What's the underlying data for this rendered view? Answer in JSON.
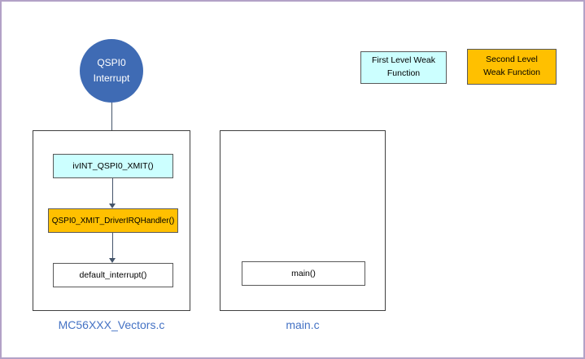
{
  "page": {
    "border_color": "#b3a2c7",
    "background": "#ffffff"
  },
  "diagram": {
    "interrupt_node": {
      "line1": "QSPI0",
      "line2": "Interrupt",
      "fill": "#3f6bb4",
      "text_color": "#ffffff"
    },
    "legend": {
      "items": [
        {
          "label": "First Level Weak Function",
          "fill": "#ccffff"
        },
        {
          "label": "Second Level Weak Function",
          "fill": "#ffc000"
        }
      ]
    },
    "vectors": {
      "caption": "MC56XXX_Vectors.c",
      "nodes": [
        {
          "label": "ivINT_QSPI0_XMIT()",
          "fill": "#ccffff"
        },
        {
          "label": "QSPI0_XMIT_DriverIRQHandler()",
          "fill": "#ffc000"
        },
        {
          "label": "default_interrupt()",
          "fill": "#ffffff"
        }
      ]
    },
    "main": {
      "caption": "main.c",
      "nodes": [
        {
          "label": "main()",
          "fill": "#ffffff"
        }
      ]
    },
    "colors": {
      "caption_text": "#4472c4",
      "arrow": "#44546a"
    }
  }
}
